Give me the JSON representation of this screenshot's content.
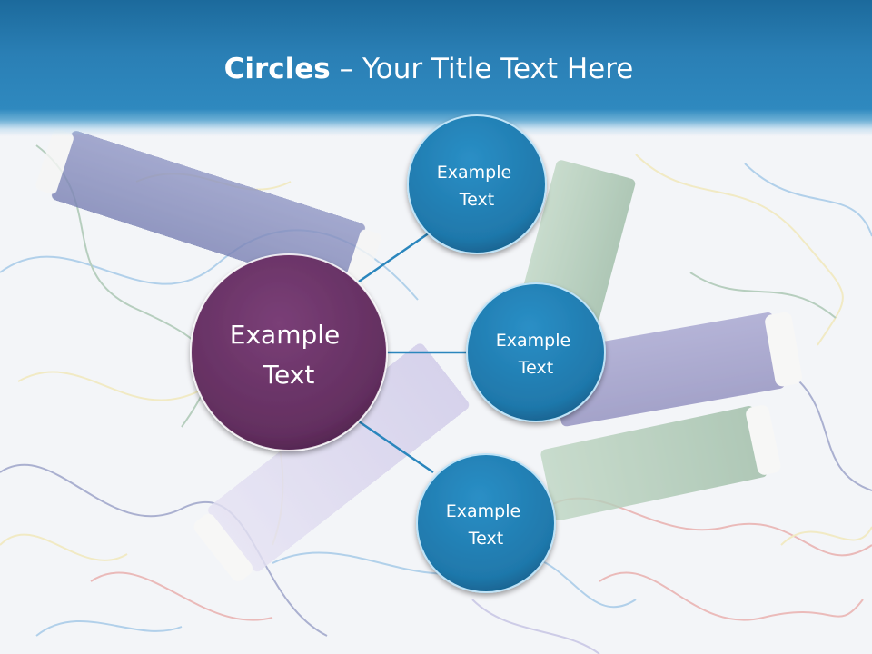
{
  "slide": {
    "title_bold": "Circles",
    "title_separator": " – ",
    "title_rest": "Your Title Text Here"
  },
  "diagram": {
    "center": {
      "label_lines": [
        "Example",
        "Text"
      ],
      "color": "#6b3468"
    },
    "satellites": [
      {
        "label_lines": [
          "Example",
          "Text"
        ],
        "color": "#1f7fb3"
      },
      {
        "label_lines": [
          "Example",
          "Text"
        ],
        "color": "#1f7fb3"
      },
      {
        "label_lines": [
          "Example",
          "Text"
        ],
        "color": "#1f7fb3"
      }
    ],
    "connector_color": "#2a86bd"
  },
  "background": {
    "description_colors": [
      "#2a3a8a",
      "#4c8a5a",
      "#8a84c8",
      "#d8554f",
      "#e7d46a",
      "#3d8fd0"
    ]
  }
}
